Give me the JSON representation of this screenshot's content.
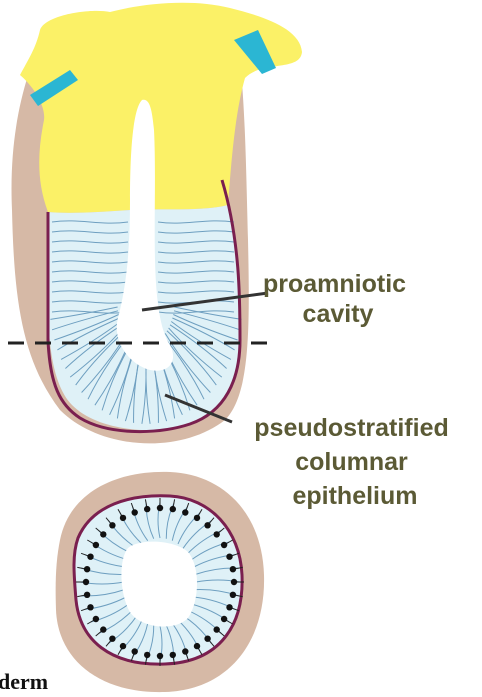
{
  "labels": {
    "cavity": [
      "proamniotic",
      "cavity"
    ],
    "epithelium": [
      "pseudostratified",
      "columnar",
      "epithelium"
    ],
    "corner_fragment": "derm"
  },
  "colors": {
    "background": "#ffffff",
    "extraembryonic": "#fbf167",
    "outer_tissue": "#d6b9a6",
    "epithelium_fill": "#dff1f7",
    "cell_lines": "#6e9fc0",
    "basement_membrane": "#7a1f4f",
    "ectoderm_tips": "#2bb6d3",
    "cavity": "#ffffff",
    "leader_lines": "#333333",
    "label_text": "#5b5a35",
    "fragment_text": "#111111"
  },
  "icons": {
    "section_plane": "dashed-line",
    "cell_nuclei": "dot-markers"
  }
}
